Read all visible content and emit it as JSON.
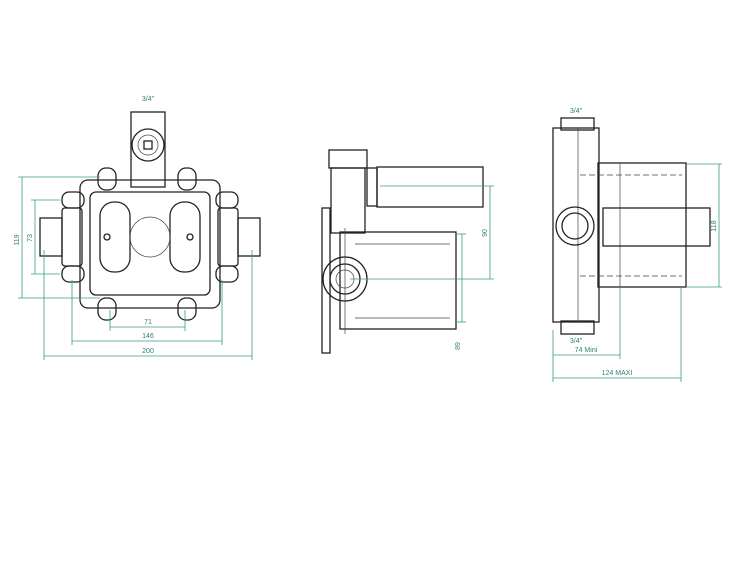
{
  "front_view": {
    "pipe_size": "3/4\"",
    "dim_height_outer": "119",
    "dim_height_inner": "73",
    "dim_width_inner": "71",
    "dim_width_mid": "146",
    "dim_width_outer": "200"
  },
  "side_view": {
    "dim_arm_offset": "90",
    "dim_box_depth": "89"
  },
  "right_view": {
    "pipe_size_top": "3/4\"",
    "pipe_size_bottom": "3/4\"",
    "dim_height": "118",
    "dim_min_depth": "74 Mini",
    "dim_max_depth": "124 MAXI"
  },
  "colors": {
    "dimension": "#3a9a8a",
    "outline": "#222222"
  }
}
